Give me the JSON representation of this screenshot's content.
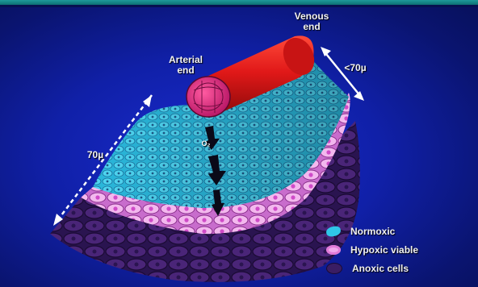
{
  "labels": {
    "venous_end": "Venous end",
    "arterial_end": "Arterial end",
    "distance_short": "<70µ",
    "distance_long": "70µ",
    "oxygen": "O₂"
  },
  "legend": [
    {
      "label": "Normoxic",
      "color": "#2fc6e8"
    },
    {
      "label": "Hypoxic viable",
      "color": "#e07ad8"
    },
    {
      "label": "Anoxic cells",
      "color": "#3a1d63"
    }
  ],
  "colors": {
    "background": "#1424b8",
    "vessel": "#d41414",
    "normoxic": "#2fc6e8",
    "hypoxic": "#f0a8ec",
    "anoxic": "#3a1d63"
  }
}
